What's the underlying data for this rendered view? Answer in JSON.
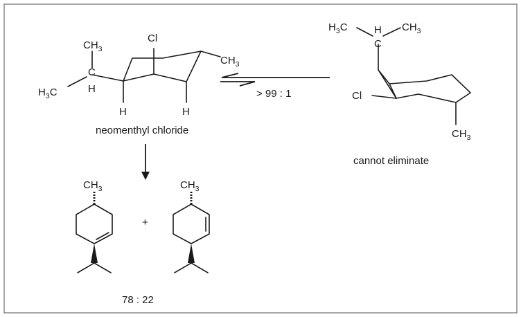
{
  "frame_border_color": "#6e6e6e",
  "ink_color": "#1a1a1a",
  "left_molecule": {
    "caption": "neomenthyl chloride",
    "labels": {
      "ch3_top": "CH",
      "ch3_top_sub": "3",
      "ring_cl": "Cl",
      "ring_ch3": "CH",
      "ring_ch3_sub": "3",
      "iso_h": "H",
      "iso_c": "C",
      "h3c": "H",
      "h3c_sub": "3",
      "h3c_c": "C",
      "axial_h_left": "H",
      "axial_h_right": "H"
    }
  },
  "equilibrium": {
    "ratio": "> 99 : 1"
  },
  "right_molecule": {
    "caption": "cannot eliminate",
    "labels": {
      "h3c": "H",
      "h3c_sub": "3",
      "h3c_c": "C",
      "top_h": "H",
      "top_c": "C",
      "ch3_top": "CH",
      "ch3_top_sub": "3",
      "ring_cl": "Cl",
      "ring_ch3": "CH",
      "ring_ch3_sub": "3"
    }
  },
  "products": {
    "plus": "+",
    "left_ch3": "CH",
    "left_ch3_sub": "3",
    "right_ch3": "CH",
    "right_ch3_sub": "3",
    "ratio": "78 : 22"
  }
}
